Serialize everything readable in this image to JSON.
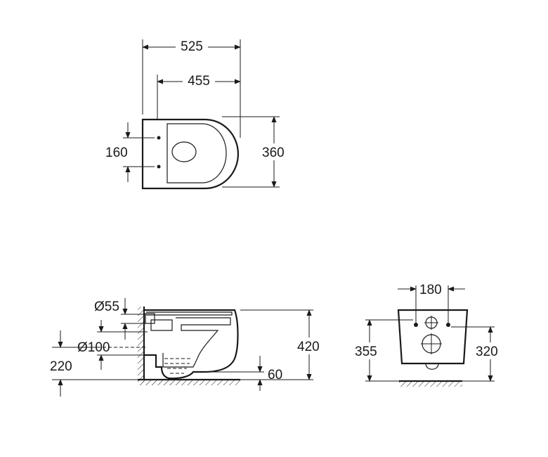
{
  "top_view": {
    "overall_length": "525",
    "fixing_distance": "455",
    "bolt_spacing": "160",
    "overall_width": "360"
  },
  "side_view": {
    "outlet_diameter": "Ø55",
    "inlet_diameter": "Ø100",
    "inlet_height": "220",
    "overall_height": "420",
    "outlet_offset": "60"
  },
  "front_view": {
    "bolt_spacing": "180",
    "left_height": "355",
    "right_height": "320"
  }
}
